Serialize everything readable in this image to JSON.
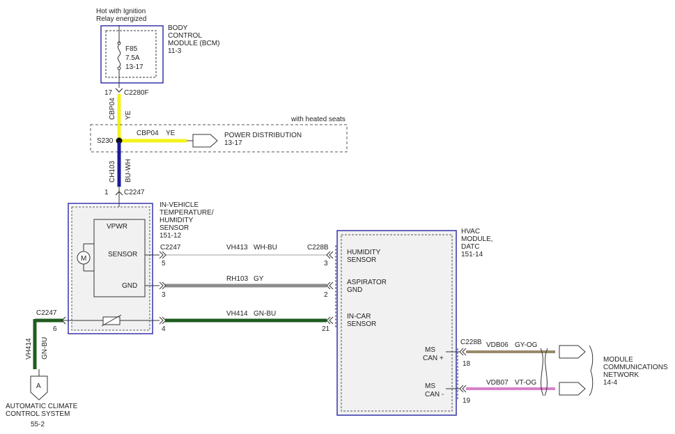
{
  "top_note": [
    "Hot with Ignition",
    "Relay energized"
  ],
  "bcm": {
    "label": [
      "BODY",
      "CONTROL",
      "MODULE (BCM)",
      "11-3"
    ],
    "fuse": [
      "F85",
      "7.5A",
      "13-17"
    ],
    "pin": "17",
    "connector": "C2280F"
  },
  "wire_cbp04_vertical": {
    "circuit": "CBP04",
    "color": "YE"
  },
  "heated_seats_note": "with heated seats",
  "splice": "S230",
  "wire_cbp04_horizontal": {
    "circuit": "CBP04",
    "color": "YE"
  },
  "power_distribution": [
    "POWER DISTRIBUTION",
    "13-17"
  ],
  "wire_ch103": {
    "circuit": "CH103",
    "color": "BU-WH"
  },
  "sensor_connector_top": {
    "pin": "1",
    "connector": "C2247"
  },
  "sensor_module": {
    "label": [
      "IN-VEHICLE",
      "TEMPERATURE/",
      "HUMIDITY",
      "SENSOR",
      "151-12"
    ],
    "pins": [
      "VPWR",
      "SENSOR",
      "GND"
    ],
    "motor": "M"
  },
  "hvac_module": {
    "label": [
      "HVAC",
      "MODULE,",
      "DATC",
      "151-14"
    ],
    "inputs": [
      [
        "HUMIDITY",
        "SENSOR"
      ],
      [
        "ASPIRATOR",
        "GND"
      ],
      [
        "IN-CAR",
        "SENSOR"
      ]
    ],
    "can_high": [
      "MS",
      "CAN +"
    ],
    "can_low": [
      "MS",
      "CAN -"
    ]
  },
  "wires_middle": [
    {
      "circuit": "VH413",
      "color": "WH-BU",
      "left_pin": "5",
      "right_pin": "3",
      "left_connector": "C2247",
      "right_connector": "C228B"
    },
    {
      "circuit": "RH103",
      "color": "GY",
      "left_pin": "3",
      "right_pin": "2"
    },
    {
      "circuit": "VH414",
      "color": "GN-BU",
      "left_pin": "4",
      "right_pin": "21"
    }
  ],
  "left_branch": {
    "connector": "C2247",
    "pin": "6",
    "circuit": "VH414",
    "color": "GN-BU",
    "ref_letter": "A",
    "destination": [
      "AUTOMATIC CLIMATE",
      "CONTROL SYSTEM",
      "55-2"
    ]
  },
  "can_wires": {
    "connector": "C228B",
    "high": {
      "circuit": "VDB06",
      "color": "GY-OG",
      "pin": "18"
    },
    "low": {
      "circuit": "VDB07",
      "color": "VT-OG",
      "pin": "19"
    }
  },
  "network": [
    "MODULE",
    "COMMUNICATIONS",
    "NETWORK",
    "14-4"
  ],
  "colors": {
    "frame": "#3333aa",
    "ye": "#f2f21a",
    "bu": "#1a1a9e",
    "gy": "#8c8c8c",
    "gn": "#1f5c1f",
    "gy_og": "#9a8a6a",
    "vt_og": "#d880c8",
    "wh_bu": "#d8d8d8"
  }
}
